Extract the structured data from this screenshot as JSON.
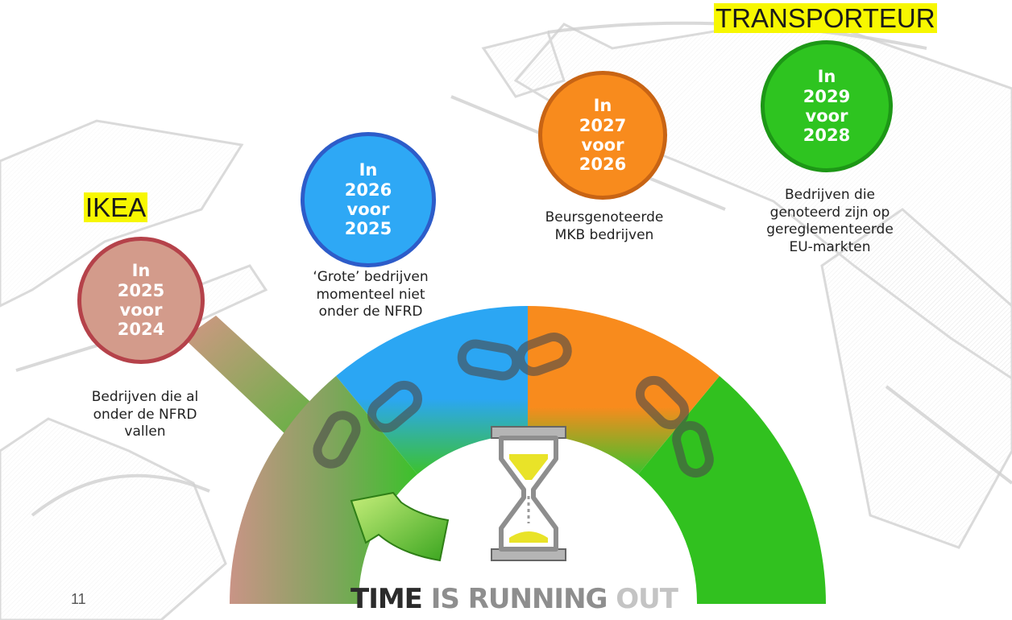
{
  "highlights": {
    "ikea": "IKEA",
    "transporteur": "TRANSPORTEUR"
  },
  "milestones": [
    {
      "line1": "In",
      "line2": "2025",
      "line3": "voor",
      "line4": "2024",
      "color": "#d39b8b",
      "border": "#b5424a",
      "desc": [
        "Bedrijven die al",
        "onder de NFRD",
        "vallen"
      ]
    },
    {
      "line1": "In",
      "line2": "2026",
      "line3": "voor",
      "line4": "2025",
      "color": "#2ea8f5",
      "border": "#2d5cc9",
      "desc": [
        "‘Grote’ bedrijven",
        "momenteel niet",
        "onder de NFRD"
      ]
    },
    {
      "line1": "In",
      "line2": "2027",
      "line3": "voor",
      "line4": "2026",
      "color": "#f88b1d",
      "border": "#c86414",
      "desc": [
        "Beursgenoteerde",
        "MKB bedrijven"
      ]
    },
    {
      "line1": "In",
      "line2": "2029",
      "line3": "voor",
      "line4": "2028",
      "color": "#2ec420",
      "border": "#1d9716",
      "desc": [
        "Bedrijven die",
        "genoteerd zijn op",
        "gereglementeerde",
        "EU-markten"
      ]
    }
  ],
  "title": {
    "part1": "TIME ",
    "part2": "IS RUNNING ",
    "part3": "OUT"
  },
  "page_number": "11",
  "icons": [
    "chain-link-icon",
    "hourglass-icon",
    "curved-arrow-icon"
  ]
}
